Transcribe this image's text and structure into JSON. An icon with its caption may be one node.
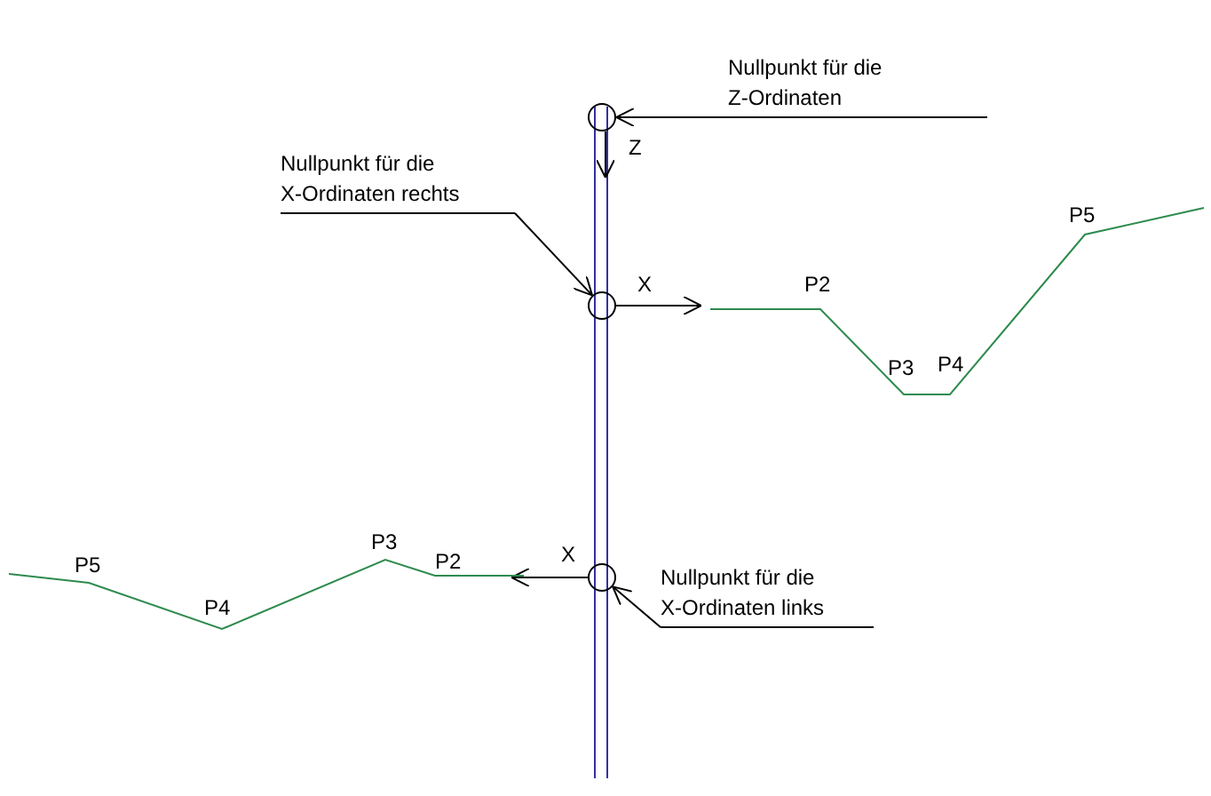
{
  "diagram": {
    "nodes": [
      {
        "text": [
          "Nullpunkt für die Z-Ordinaten"
        ]
      },
      {
        "text": [],
        "shape": "circle"
      },
      {
        "text": [
          "Nullpunkt für die X-Ordinaten rechts"
        ]
      },
      {
        "text": [],
        "shape": "circle"
      },
      {
        "text": [],
        "shape": "circle"
      },
      {
        "text": [
          "Nullpunkt für die X-Ordinaten links"
        ]
      }
    ],
    "edges": [
      {
        "from": 0,
        "to": 1,
        "arrow": "to"
      },
      {
        "from": 2,
        "to": 3,
        "arrow": "to"
      },
      {
        "from": 5,
        "to": 4,
        "arrow": "to"
      }
    ],
    "labels": [
      "Z",
      "X",
      "P2",
      "P3",
      "P4",
      "P5",
      "X",
      "P5",
      "P4",
      "P3",
      "P2"
    ]
  }
}
